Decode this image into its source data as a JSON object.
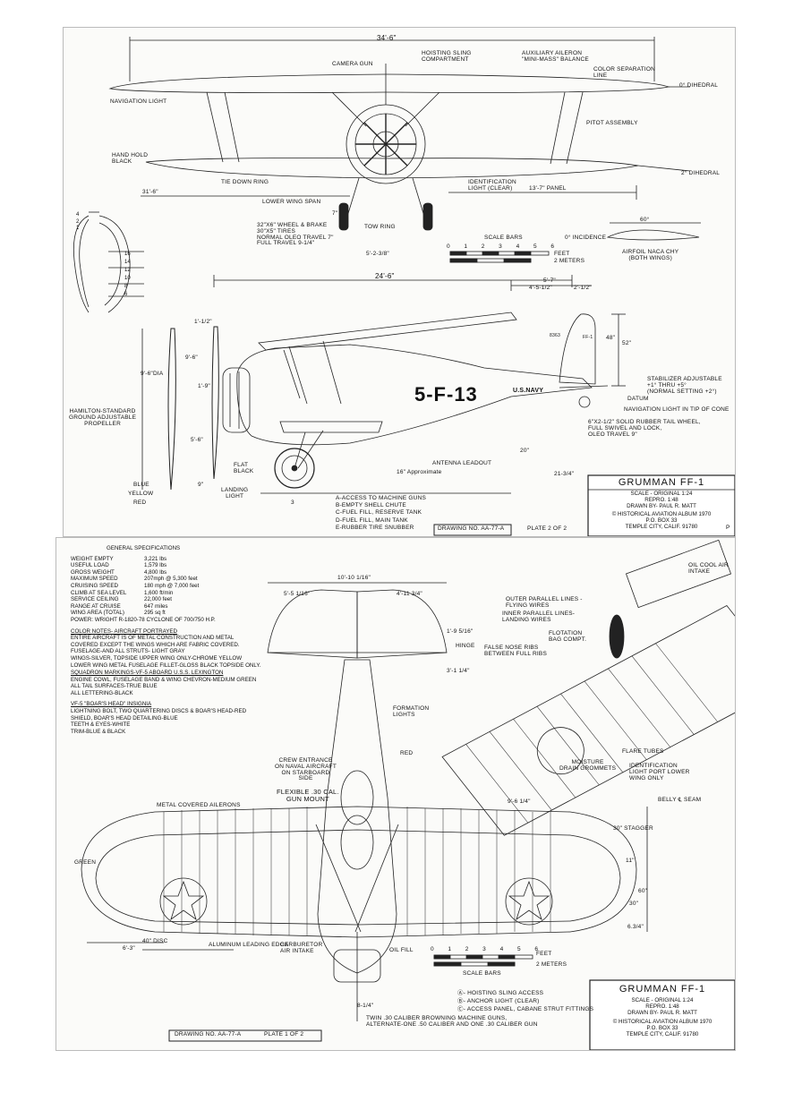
{
  "plate2": {
    "dimensions": {
      "span": "34'-6\"",
      "length": "24'-6\"",
      "lower_span": "31'-6\"",
      "panel": "13'-7\" PANEL",
      "track": "5'-2-3/8\"",
      "h1": "4'-5-1/2\"",
      "h2": "5'-7\"",
      "h3": "2'-1/2\"",
      "h4": "48\"",
      "h5": "52\"",
      "prop_dia": "9'-6\"DIA",
      "d1": "9'-6\"",
      "d2": "1'-9\"",
      "d3": "5'-6\"",
      "d4": "1'-1/2\"",
      "d5": "9\"",
      "d6": "7\"",
      "d7": "20\"",
      "d8": "21-3/4\"",
      "approx": "16\" Approximate",
      "dihedral0": "0° DIHEDRAL",
      "dihedral2": "2° DIHEDRAL",
      "incidence": "0° INCIDENCE",
      "airfoil_angle": "60°"
    },
    "labels": {
      "camera_gun": "CAMERA GUN",
      "hoisting": "HOISTING SLING\nCOMPARTMENT",
      "aux_aileron": "AUXILIARY AILERON\n\"MINI-MASS\" BALANCE",
      "color_sep": "COLOR SEPARATION\nLINE",
      "nav_light": "NAVIGATION LIGHT",
      "pitot": "PITOT ASSEMBLY",
      "hand_hold": "HAND HOLD\nBLACK",
      "tie_down": "TIE DOWN RING",
      "ident_light": "IDENTIFICATION\nLIGHT (CLEAR)",
      "lower_wing_span": "LOWER WING SPAN",
      "tow_ring": "TOW RING",
      "wheel": "32\"x6\" WHEEL & BRAKE\n30\"x5\" TIRES\nNORMAL OLEO TRAVEL 7\"\nFULL TRAVEL 9-1/4\"",
      "scale_bars": "SCALE BARS",
      "feet": "FEET",
      "meters": "2  METERS",
      "airfoil": "AIRFOIL NACA CHY\n(BOTH WINGS)",
      "stabilizer": "STABILIZER ADJUSTABLE\n+1° THRU +5°\n(NORMAL SETTING +2°)",
      "datum": "DATUM",
      "nav_light_tip": "NAVIGATION LIGHT IN TIP OF CONE",
      "tail_wheel": "6\"x2-1/2\" SOLID RUBBER TAIL WHEEL,\nFULL SWIVEL AND LOCK,\nOLEO TRAVEL 9\"",
      "hamilton": "HAMILTON-STANDARD\nGROUND ADJUSTABLE\nPROPELLER",
      "blue": "BLUE",
      "yellow": "YELLOW",
      "red": "RED",
      "flat_black": "FLAT\nBLACK",
      "landing_light": "LANDING\nLIGHT",
      "antenna": "ANTENNA LEADOUT",
      "access_notes": "A-ACCESS TO MACHINE GUNS\nB-EMPTY SHELL CHUTE\nC-FUEL FILL, RESERVE TANK\nD-FUEL FILL, MAIN TANK\nE-RUBBER TIRE SNUBBER",
      "serial": "8363",
      "tail_code": "FF-1",
      "fuselage_code": "5-F-13",
      "usnavy": "U.S.NAVY",
      "drawing_no": "DRAWING No. AA-77-A",
      "plate": "PLATE 2 of 2",
      "p": "P"
    },
    "scale_ticks": [
      "0",
      "1",
      "2",
      "3",
      "4",
      "5",
      "6"
    ],
    "section_nums": [
      "16",
      "14",
      "12",
      "10",
      "8",
      "6",
      "4",
      "2",
      "1",
      "3"
    ],
    "title_block": {
      "title": "GRUMMAN FF-1",
      "scale": "SCALE - ORIGINAL  1:24",
      "repro": "REPRO.   1:48",
      "drawn": "DRAWN BY- PAUL R. MATT",
      "album": "© HISTORICAL AVIATION ALBUM 1970",
      "box": "P.O. BOX 33",
      "city": "TEMPLE CITY, CALIF. 91780"
    }
  },
  "plate1": {
    "specs_title": "GENERAL SPECIFICATIONS",
    "specs": [
      {
        "k": "WEIGHT EMPTY",
        "v": "3,221 lbs"
      },
      {
        "k": "USEFUL LOAD",
        "v": "1,579 lbs"
      },
      {
        "k": "GROSS WEIGHT",
        "v": "4,800 lbs"
      },
      {
        "k": "MAXIMUM SPEED",
        "v": "207mph @ 5,300 feet"
      },
      {
        "k": "CRUISING SPEED",
        "v": "180 mph @ 7,000 feet"
      },
      {
        "k": "CLIMB AT SEA LEVEL",
        "v": "1,600 ft/min"
      },
      {
        "k": "SERVICE CEILING",
        "v": "22,000 feet"
      },
      {
        "k": "RANGE AT CRUISE",
        "v": "647 miles"
      },
      {
        "k": "WING AREA (TOTAL)",
        "v": "295 sq ft"
      }
    ],
    "power": "POWER: WRIGHT R-1820-78 CYCLONE OF 700/750 H.P.",
    "color_notes_title": "COLOR NOTES- AIRCRAFT PORTRAYED",
    "color_notes": "ENTIRE AIRCRAFT IS OF METAL CONSTRUCTION AND METAL\nCOVERED EXCEPT THE WINGS WHICH ARE FABRIC COVERED.\nFUSELAGE-AND ALL STRUTS- LIGHT GRAY\nWINGS-SILVER, TOPSIDE UPPER WING ONLY-CHROME YELLOW\nLOWER WING METAL FUSELAGE FILLET-GLOSS BLACK TOPSIDE ONLY.",
    "squadron_title": "SQUADRON MARKINGS-VF-5 ABOARD U.S.S. LEXINGTON",
    "squadron": "ENGINE COWL, FUSELAGE BAND & WING CHEVRON-MEDIUM GREEN\nALL TAIL SURFACES-TRUE BLUE\nALL LETTERING-BLACK",
    "insignia_title": "VF-5 \"BOAR'S HEAD\" INSIGNIA",
    "insignia": "LIGHTNING BOLT, TWO QUARTERING DISCS & BOAR'S HEAD-RED\nSHIELD, BOAR'S HEAD DETAILING-BLUE\nTEETH & EYES-WHITE\nTRIM-BLUE & BLACK",
    "dimensions": {
      "tail_span": "10'-10 1/16\"",
      "t1": "5'-5 1/16\"",
      "t2": "4'-11 3/4\"",
      "t3": "1'-9 5/16\"",
      "t4": "3'-1 1/4\"",
      "hinge": "HINGE",
      "w1": "9'-6 1/4\"",
      "stagger": "30\" STAGGER",
      "s1": "11\"",
      "s2": "60\"",
      "s3": "30\"",
      "s4": "6.3/4\"",
      "disc": "40\" DISC",
      "w2": "6'-3\"",
      "w3": "8-1/4\""
    },
    "labels": {
      "outer_par": "OUTER PARALLEL LINES -\nFLYING WIRES",
      "inner_par": "INNER PARALLEL LINES-\nLANDING WIRES",
      "flotation": "FLOTATION\nBAG COMPT.",
      "false_nose": "FALSE NOSE RIBS\nBETWEEN FULL RIBS",
      "oil_cool": "OIL COOL AIR\nINTAKE",
      "formation": "FORMATION\nLIGHTS",
      "red": "RED",
      "crew": "CREW ENTRANCE\nON NAVAL AIRCRAFT\nON STARBOARD\nSIDE",
      "flexible": "FLEXIBLE .30 Cal.\nGUN MOUNT",
      "metal_ail": "METAL COVERED AILERONS",
      "green": "GREEN",
      "flare": "FLARE TUBES",
      "ident": "IDENTIFICATION\nLIGHT PORT LOWER\nWING ONLY",
      "moisture": "MOISTURE\nDRAIN GROMMETS",
      "belly": "BELLY ℄ SEAM",
      "alum": "ALUMINUM LEADING EDGE",
      "carb": "CARBURETOR\nAIR INTAKE",
      "oil_fill": "OIL FILL",
      "scale_bars": "SCALE BARS",
      "feet": "FEET",
      "meters": "2  METERS",
      "legend": "Ⓐ- HOISTING SLING ACCESS\nⒷ- ANCHOR LIGHT (CLEAR)\nⒸ- ACCESS PANEL, CABANE STRUT FITTINGS",
      "guns": "TWIN .30 CALIBER BROWNING MACHINE GUNS,\nALTERNATE-ONE .50 CALIBER AND ONE .30 CALIBER GUN",
      "drawing_no": "DRAWING No. AA-77-A",
      "plate": "PLATE 1 of 2"
    },
    "scale_ticks": [
      "0",
      "1",
      "2",
      "3",
      "4",
      "5",
      "6"
    ],
    "title_block": {
      "title": "GRUMMAN FF-1",
      "scale": "SCALE - ORIGINAL  1:24",
      "repro": "REPRO.   1:48",
      "drawn": "DRAWN BY- PAUL R. MATT",
      "album": "© HISTORICAL AVIATION ALBUM 1970",
      "box": "P.O. BOX 33",
      "city": "TEMPLE CITY, CALIF. 91780"
    }
  }
}
